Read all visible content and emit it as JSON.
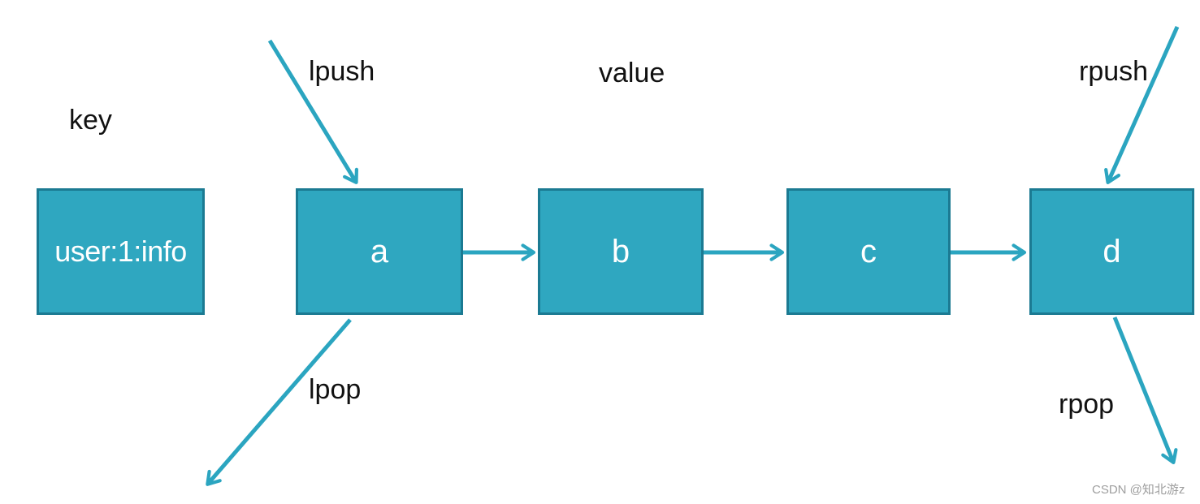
{
  "diagram": {
    "title_labels": {
      "key": "key",
      "value": "value"
    },
    "operations": {
      "lpush": "lpush",
      "rpush": "rpush",
      "lpop": "lpop",
      "rpop": "rpop"
    },
    "key_box": {
      "text": "user:1:info"
    },
    "nodes": [
      {
        "label": "a"
      },
      {
        "label": "b"
      },
      {
        "label": "c"
      },
      {
        "label": "d"
      }
    ],
    "connections": [
      "a->b",
      "b->c",
      "c->d"
    ],
    "colors": {
      "box_fill": "#2FA7C0",
      "box_border": "#1B7A92",
      "arrow": "#2BA5C0",
      "label_text": "#111111",
      "box_text": "#FFFFFF",
      "watermark": "#9E9E9E"
    },
    "watermark": "CSDN @知北游z"
  }
}
